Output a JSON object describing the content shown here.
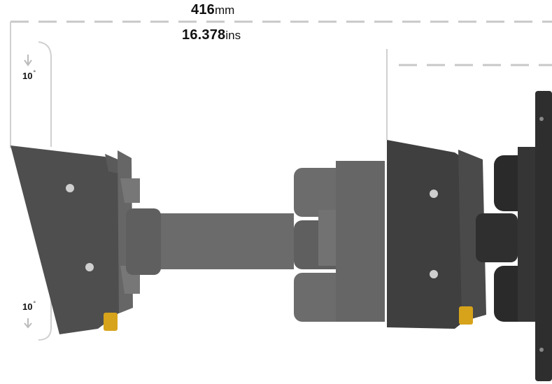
{
  "dimensions": {
    "width_mm": {
      "value": "416",
      "unit": "mm"
    },
    "width_in": {
      "value": "16.378",
      "unit": "ins"
    }
  },
  "tilt": {
    "upper": {
      "value": "10",
      "unit": "°"
    },
    "lower": {
      "value": "10",
      "unit": "°"
    }
  },
  "colors": {
    "mount_dark": "#3f3f3f",
    "mount_mid": "#555555",
    "arm_light": "#6f6f6f",
    "screw": "#cfcfcf",
    "accent_yellow": "#d7a31a",
    "guide_line": "#c8c8c8"
  }
}
